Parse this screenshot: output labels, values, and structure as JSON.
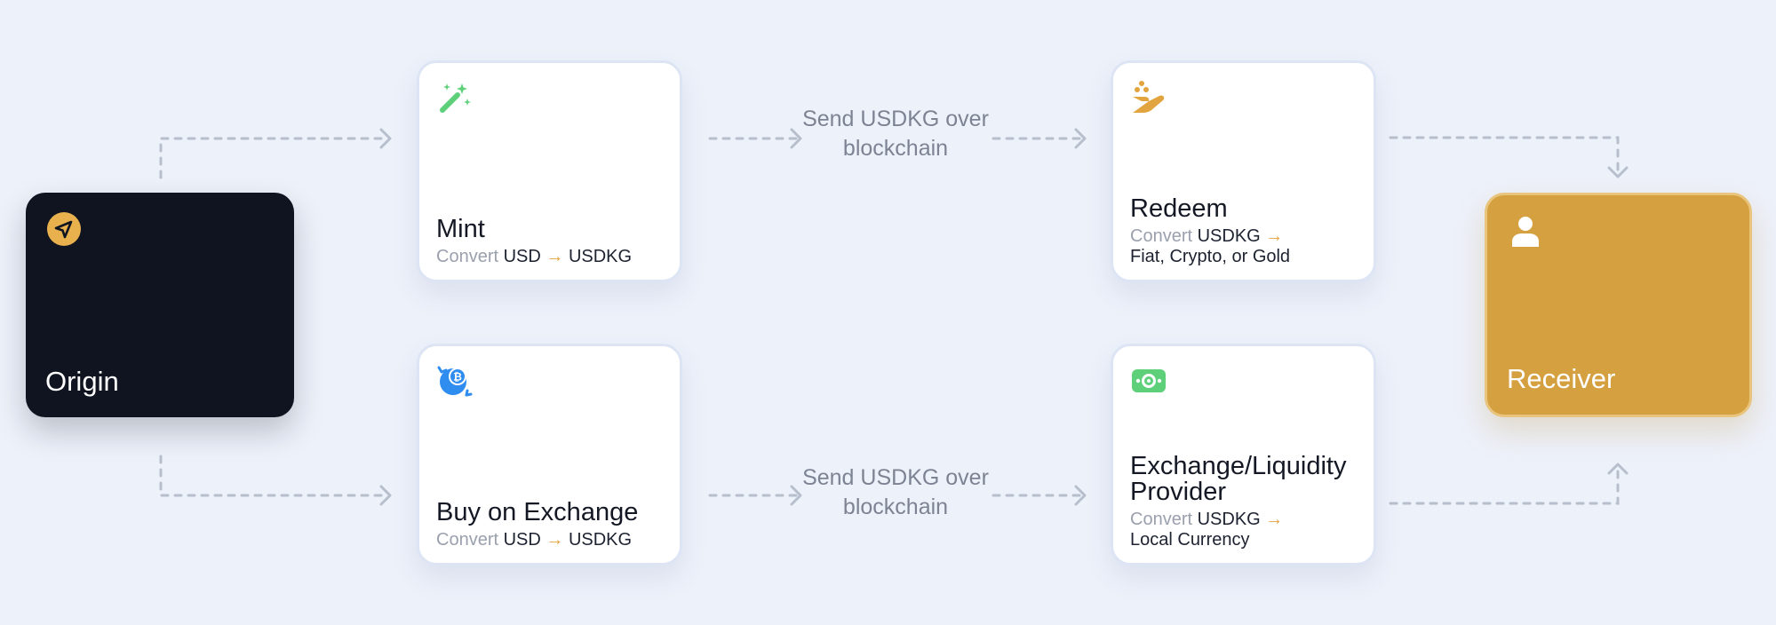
{
  "nodes": {
    "origin": {
      "label": "Origin",
      "icon": "send-icon"
    },
    "mint": {
      "title": "Mint",
      "sub_prefix": "Convert",
      "from": "USD",
      "arrow": "→",
      "to": "USDKG",
      "icon": "magic-wand-icon"
    },
    "buy": {
      "title": "Buy on Exchange",
      "sub_prefix": "Convert",
      "from": "USD",
      "arrow": "→",
      "to": "USDKG",
      "icon": "bitcoin-exchange-icon"
    },
    "redeem": {
      "title": "Redeem",
      "sub_prefix": "Convert",
      "from": "USDKG",
      "arrow": "→",
      "to": "Fiat, Crypto, or Gold",
      "icon": "hand-coins-icon"
    },
    "exchange_provider": {
      "title": "Exchange/Liquidity Provider",
      "sub_prefix": "Convert",
      "from": "USDKG",
      "arrow": "→",
      "to": "Local Currency",
      "icon": "cash-icon"
    },
    "receiver": {
      "label": "Receiver",
      "icon": "user-icon"
    }
  },
  "edges": {
    "top_label": "Send USDKG over blockchain",
    "bottom_label": "Send USDKG over blockchain"
  },
  "colors": {
    "background": "#edf1fa",
    "origin": "#0f1420",
    "receiver": "#d4a040",
    "accent_gold": "#e2a43e",
    "mint_icon": "#5fd07a",
    "bitcoin_icon": "#2f8df0",
    "cash_icon": "#5fd07a",
    "connector": "#b8bfcc"
  }
}
